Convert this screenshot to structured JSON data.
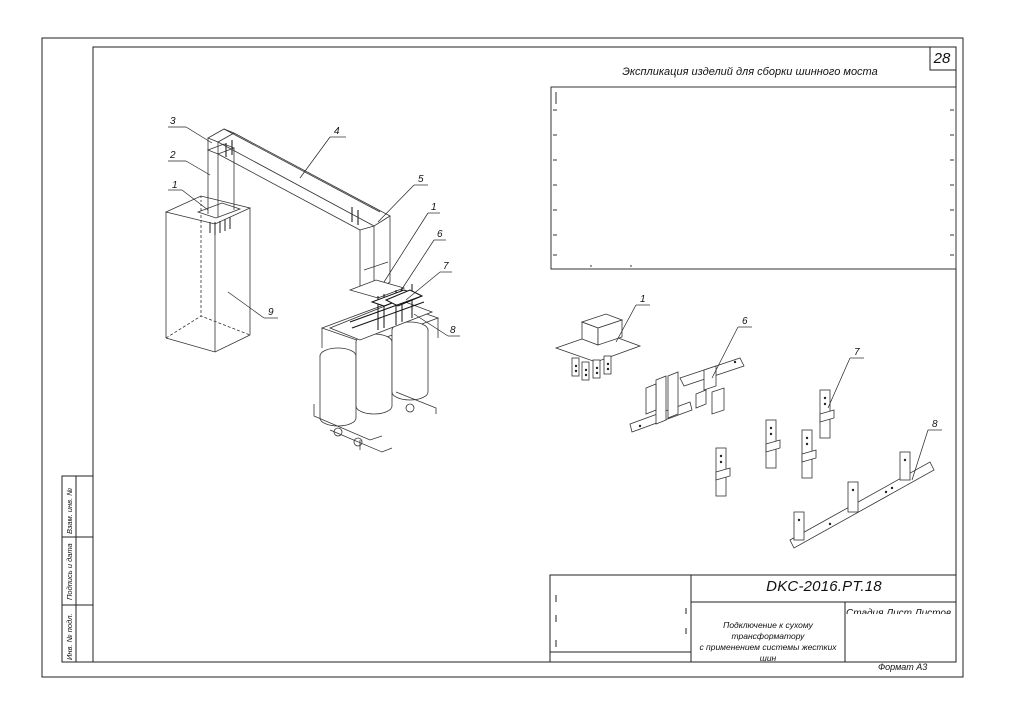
{
  "sheet": {
    "page_number": "28",
    "explication_title": "Экспликация изделий для сборки шинного моста",
    "document_code": "DKC-2016.PT.18",
    "description_line1": "Подключение к сухому трансформатору",
    "description_line2": "с применением системы жестких шин",
    "stage_header": "Стадия  Лист  Листов",
    "format": "Формат А3"
  },
  "side_stamp": {
    "inv_replace": "Взам. инв. №",
    "sign_date": "Подпись и дата",
    "inv_orig": "Инв. № подл."
  },
  "callouts": {
    "assembly": [
      "1",
      "2",
      "3",
      "4",
      "5",
      "1",
      "6",
      "7",
      "8",
      "9"
    ],
    "parts": [
      "1",
      "6",
      "7",
      "8"
    ]
  }
}
